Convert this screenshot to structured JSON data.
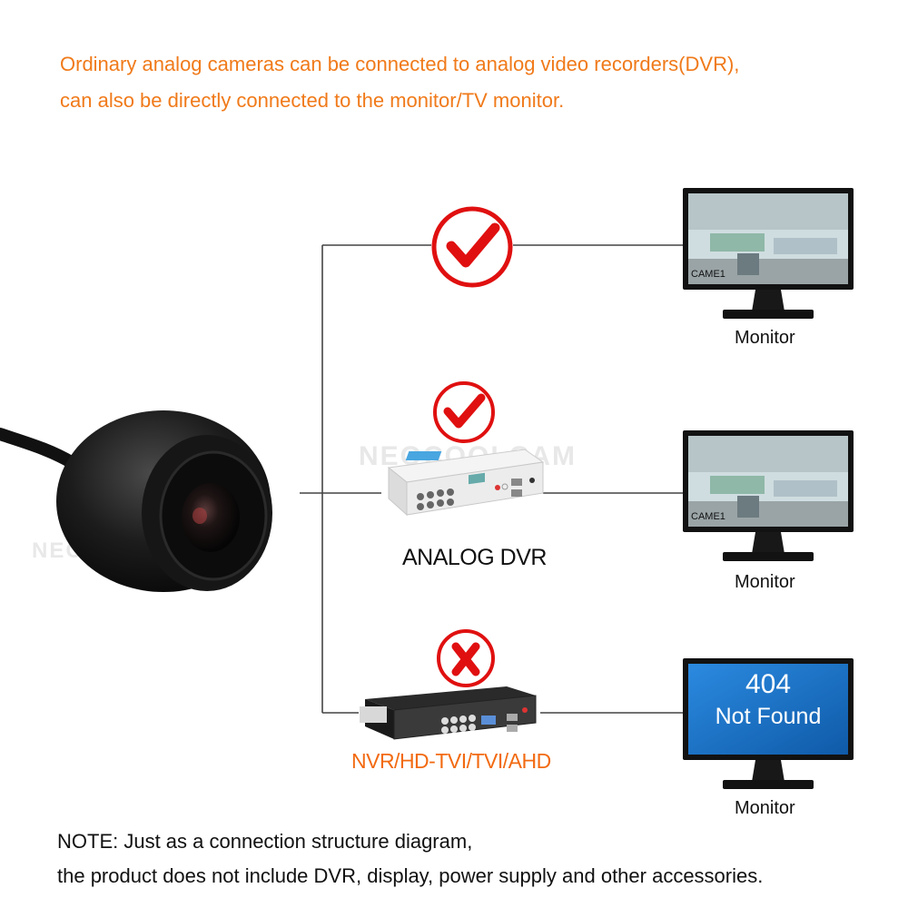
{
  "header": {
    "line1": "Ordinary analog cameras can be connected to analog video recorders(DVR),",
    "line2": "can also be directly connected to the monitor/TV monitor."
  },
  "watermark": "NEOCOOLCAM",
  "devices": {
    "analog_dvr_label": "ANALOG DVR",
    "nvr_label": "NVR/HD-TVI/TVI/AHD"
  },
  "monitors": [
    {
      "label": "Monitor",
      "overlay": "CAME1",
      "status": "ok"
    },
    {
      "label": "Monitor",
      "overlay": "CAME1",
      "status": "ok"
    },
    {
      "label": "Monitor",
      "error_code": "404",
      "error_text": "Not Found",
      "status": "fail"
    }
  ],
  "marks": {
    "top": "check-icon",
    "middle": "check-icon",
    "bottom": "cross-icon",
    "cross_glyph": "X"
  },
  "note": {
    "line1": "NOTE: Just as a connection structure diagram,",
    "line2": "the product does not include DVR, display, power supply and other accessories."
  },
  "colors": {
    "accent": "#f07a1a",
    "mark_red": "#e01010",
    "screen_blue": "#1b73c8"
  }
}
